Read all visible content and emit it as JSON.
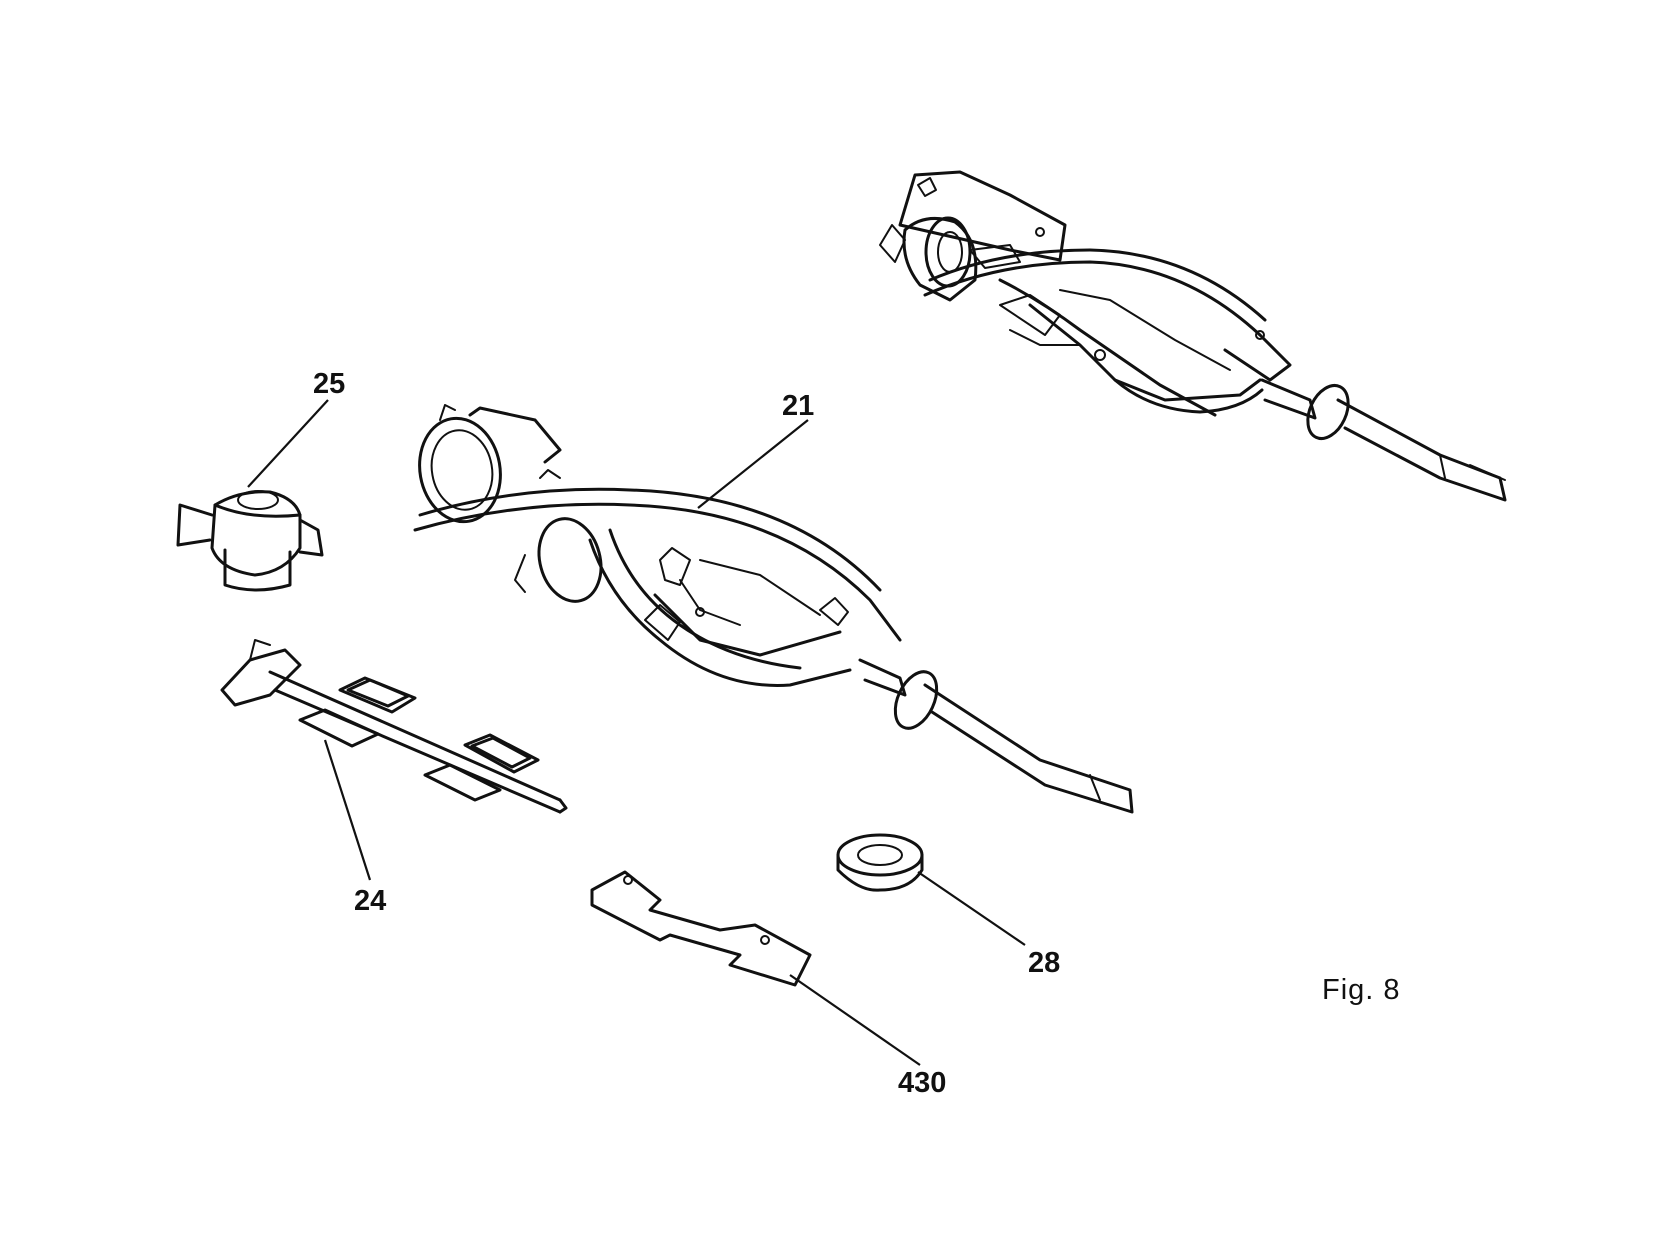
{
  "figure": {
    "caption": "Fig. 8",
    "callouts": {
      "p21": "21",
      "p24": "24",
      "p25": "25",
      "p28": "28",
      "p430": "430"
    }
  }
}
